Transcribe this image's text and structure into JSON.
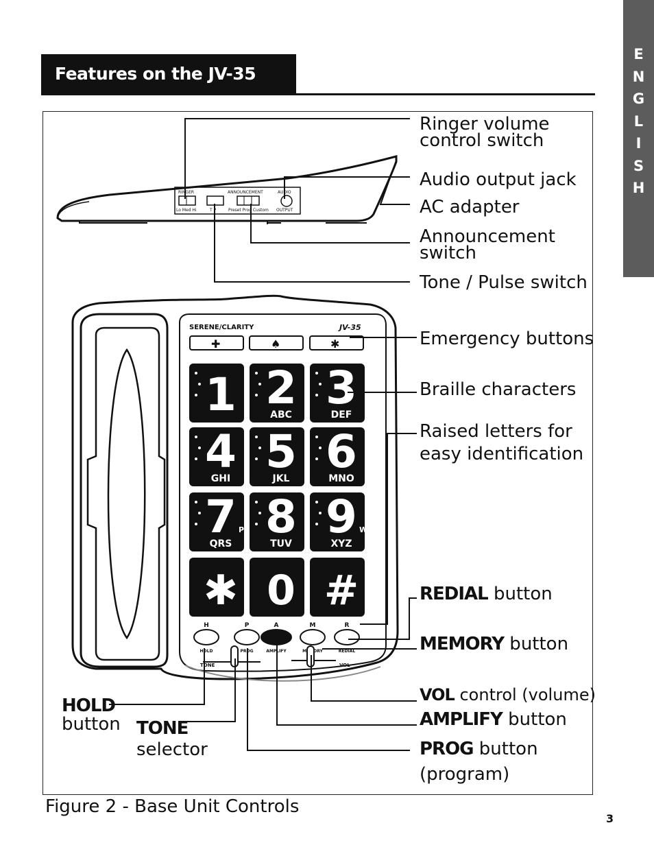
{
  "side_tab": {
    "letters": [
      "E",
      "N",
      "G",
      "L",
      "I",
      "S",
      "H"
    ]
  },
  "header": {
    "title": "Features on the JV-35"
  },
  "device": {
    "side_panel": {
      "ringer": "RINGER",
      "ringer_positions": "Lo Med Hi",
      "tone_pulse": "T   P",
      "announcement": "ANNOUNCEMENT",
      "announcement_positions": "Preset Prog Custom",
      "audio": "AUDIO",
      "output": "OUTPUT"
    },
    "brand": "SERENE/CLARITY",
    "model": "JV-35",
    "keys": [
      {
        "digit": "1",
        "letters": ""
      },
      {
        "digit": "2",
        "letters": "ABC"
      },
      {
        "digit": "3",
        "letters": "DEF"
      },
      {
        "digit": "4",
        "letters": "GHI"
      },
      {
        "digit": "5",
        "letters": "JKL"
      },
      {
        "digit": "6",
        "letters": "MNO"
      },
      {
        "digit": "7",
        "letters": "QRS"
      },
      {
        "digit": "8",
        "letters": "TUV"
      },
      {
        "digit": "9",
        "letters": "XYZ"
      },
      {
        "digit": "✱",
        "letters": ""
      },
      {
        "digit": "0",
        "letters": ""
      },
      {
        "digit": "#",
        "letters": ""
      }
    ],
    "key_extra": {
      "seven_p": "P",
      "nine_w": "W"
    },
    "function_buttons": [
      {
        "letter": "H",
        "label": "HOLD"
      },
      {
        "letter": "P",
        "label": "PROG"
      },
      {
        "letter": "A",
        "label": "AMPLIFY"
      },
      {
        "letter": "M",
        "label": "MEMORY"
      },
      {
        "letter": "R",
        "label": "REDIAL"
      }
    ],
    "tone_label": "TONE",
    "vol_label": "VOL"
  },
  "callouts": {
    "ringer_1": "Ringer volume",
    "ringer_2": "control switch",
    "audio": "Audio output jack",
    "ac": "AC adapter",
    "announce_1": "Announcement",
    "announce_2": "switch",
    "tone_pulse": "Tone / Pulse switch",
    "emergency": "Emergency buttons",
    "braille": "Braille characters",
    "raised_1": "Raised letters for",
    "raised_2": "easy identification",
    "redial_b": "REDIAL",
    "redial_t": " button",
    "memory_b": "MEMORY",
    "memory_t": " button",
    "vol_b": "VOL",
    "vol_t": " control (volume)",
    "amplify_b": "AMPLIFY",
    "amplify_t": " button",
    "prog_b": "PROG",
    "prog_t": " button",
    "prog_2": "(program)",
    "hold_b": "HOLD",
    "hold_2": "button",
    "tone_b": "TONE",
    "tone_2": "selector"
  },
  "caption": "Figure 2 - Base Unit Controls",
  "page_number": "3"
}
